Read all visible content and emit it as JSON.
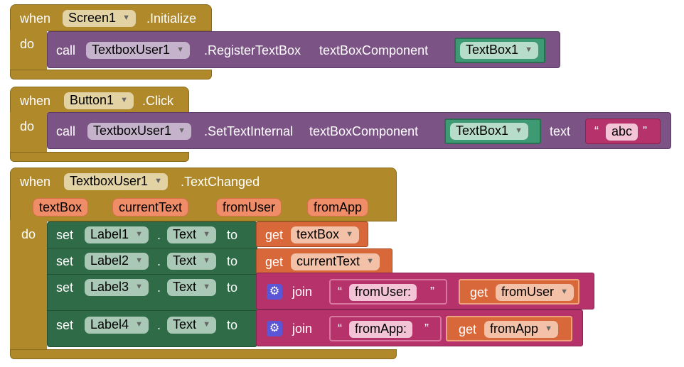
{
  "blocks": {
    "screen_init": {
      "when": "when",
      "component": "Screen1",
      "event": ".Initialize",
      "do": "do",
      "call": "call",
      "target": "TextboxUser1",
      "method": ".RegisterTextBox",
      "param": "textBoxComponent",
      "value": "TextBox1"
    },
    "button_click": {
      "when": "when",
      "component": "Button1",
      "event": ".Click",
      "do": "do",
      "call": "call",
      "target": "TextboxUser1",
      "method": ".SetTextInternal",
      "param": "textBoxComponent",
      "value": "TextBox1",
      "text_label": "text",
      "quote_open": "“",
      "string_value": "abc",
      "quote_close": "”"
    },
    "text_changed": {
      "when": "when",
      "component": "TextboxUser1",
      "event": ".TextChanged",
      "params": [
        "textBox",
        "currentText",
        "fromUser",
        "fromApp"
      ],
      "do": "do",
      "set": "set",
      "to": "to",
      "dot": ".",
      "get": "get",
      "join": "join",
      "quote_open": "“",
      "quote_close": "”",
      "rows": [
        {
          "label": "Label1",
          "prop": "Text",
          "get": "textBox"
        },
        {
          "label": "Label2",
          "prop": "Text",
          "get": "currentText"
        },
        {
          "label": "Label3",
          "prop": "Text",
          "string": "fromUser:",
          "get": "fromUser"
        },
        {
          "label": "Label4",
          "prop": "Text",
          "string": "fromApp:",
          "get": "fromApp"
        }
      ]
    }
  },
  "dropdown_arrow": "▼",
  "gear_glyph": "⚙",
  "colors": {
    "event": "#b0892a",
    "procedure": "#7c5385",
    "setter": "#2f6b46",
    "component": "#3d9a73",
    "variable": "#d8683a",
    "text": "#b5326a"
  }
}
